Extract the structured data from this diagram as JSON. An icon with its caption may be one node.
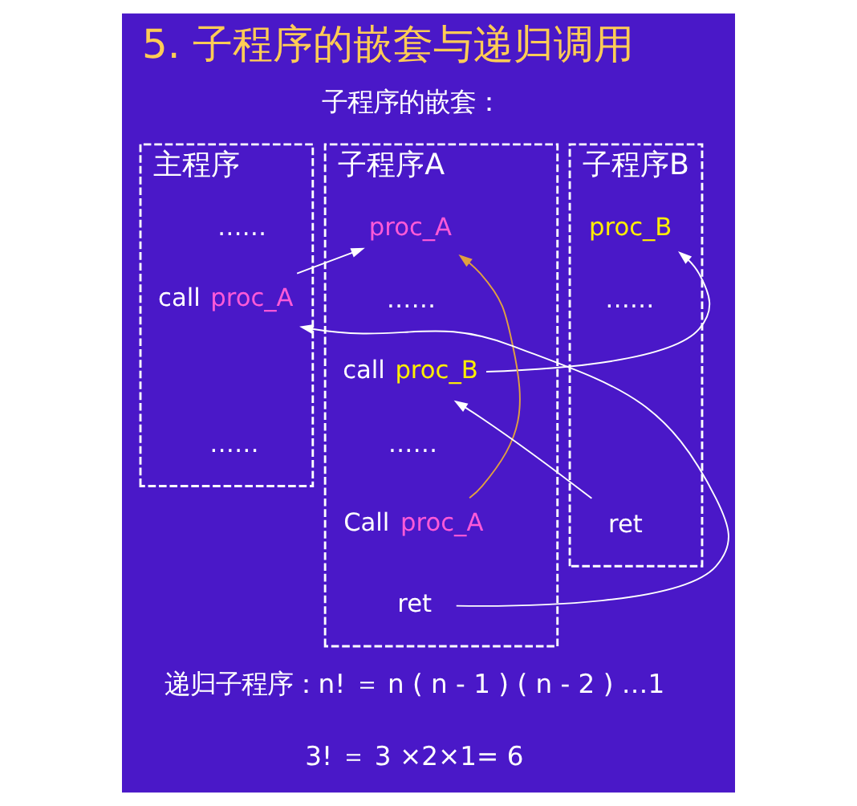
{
  "diagram": {
    "title": "5. 子程序的嵌套与递归调用",
    "nodes": [
      {
        "text": [
          "主程序"
        ]
      },
      {
        "text": [
          "……"
        ],
        "in": 0
      },
      {
        "text": [
          "call",
          "proc_A"
        ],
        "in": 0
      },
      {
        "text": [
          "……"
        ],
        "in": 0
      },
      {
        "text": [
          "子程序A"
        ]
      },
      {
        "text": [
          "proc_A"
        ],
        "in": 4
      },
      {
        "text": [
          "……"
        ],
        "in": 4
      },
      {
        "text": [
          "call",
          "proc_B"
        ],
        "in": 4
      },
      {
        "text": [
          "……"
        ],
        "in": 4
      },
      {
        "text": [
          "Call",
          "proc_A"
        ],
        "in": 4
      },
      {
        "text": [
          "ret"
        ],
        "in": 4
      },
      {
        "text": [
          "子程序B"
        ]
      },
      {
        "text": [
          "proc_B"
        ],
        "in": 11
      },
      {
        "text": [
          "……"
        ],
        "in": 11
      },
      {
        "text": [
          "ret"
        ],
        "in": 11
      }
    ],
    "edges": [
      {
        "from": 2,
        "to": 5,
        "arrow": "to"
      },
      {
        "from": 9,
        "to": 5,
        "arrow": "to",
        "color": "#e0a040"
      },
      {
        "from": 7,
        "to": 12,
        "arrow": "to"
      },
      {
        "from": 14,
        "to": 7,
        "arrow": "to"
      },
      {
        "from": 10,
        "to": 2,
        "arrow": "to"
      }
    ],
    "labels": [
      "子程序的嵌套：",
      "递归子程序：n! ＝ n ( n - 1 ) ( n - 2 ) …1",
      "3! ＝ 3 ×2×1= 6"
    ]
  }
}
